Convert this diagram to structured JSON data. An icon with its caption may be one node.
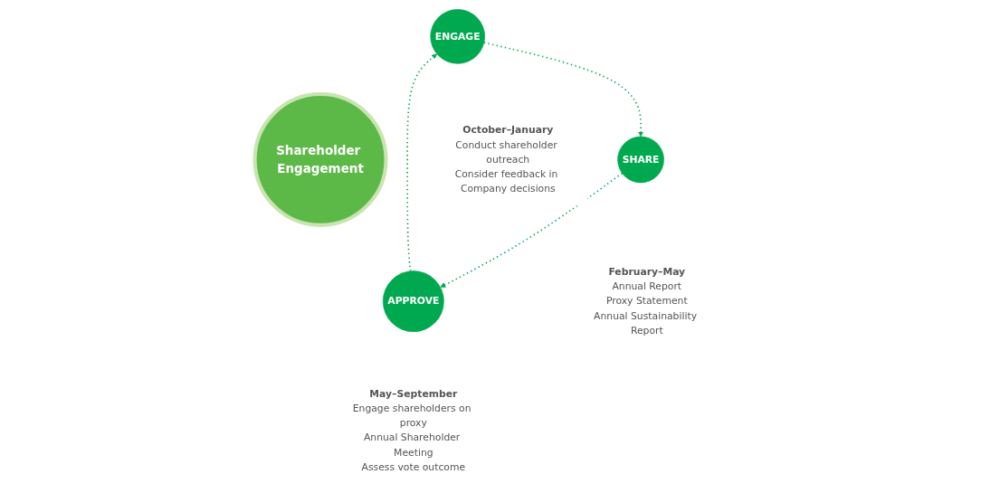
{
  "diagram": {
    "nodes": [
      {
        "text": [
          "Shareholder Engagement"
        ]
      },
      {
        "text": [
          "ENGAGE"
        ],
        "beside": [
          "October–January",
          "Conduct shareholder outreach",
          "Consider feedback in Company decisions"
        ]
      },
      {
        "text": [
          "SHARE"
        ],
        "beside": [
          "February–May",
          "Annual Report",
          "Proxy Statement",
          "Annual Sustainability Report"
        ]
      },
      {
        "text": [
          "APPROVE"
        ],
        "beside": [
          "May–September",
          "Engage shareholders on proxy",
          "Annual Shareholder Meeting",
          "Assess vote outcome"
        ]
      }
    ],
    "edges": [
      {
        "from": 1,
        "to": 2,
        "arrow": "to",
        "style": "dashed"
      },
      {
        "from": 2,
        "to": 3,
        "arrow": "to",
        "style": "dashed"
      },
      {
        "from": 3,
        "to": 1,
        "arrow": "to",
        "style": "dashed"
      }
    ]
  }
}
